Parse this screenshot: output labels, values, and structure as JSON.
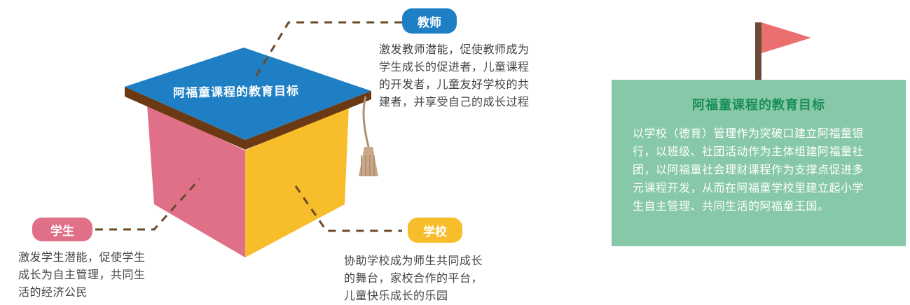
{
  "hat": {
    "title": "阿福童课程的教育目标"
  },
  "teacher": {
    "label": "教师",
    "description": [
      "激发教师潜能，促使教师成为",
      "学生成长的促进者，儿童课程",
      "的开发者，儿童友好学校的共",
      "建者，并享受自己的成长过程"
    ]
  },
  "student": {
    "label": "学生",
    "description": [
      "激发学生潜能，促使学生",
      "成长为自主管理，共同生",
      "活的经济公民"
    ]
  },
  "school": {
    "label": "学校",
    "description": [
      "协助学校成为师生共同成长",
      "的舞台，家校合作的平台，",
      "儿童快乐成长的乐园"
    ]
  },
  "card": {
    "title": "阿福童课程的教育目标",
    "body": [
      "以学校（德育）管理作为突破口建立阿福童银",
      "行，以班级、社团活动作为主体组建阿福童社",
      "团，以阿福童社会理财课程作为支撑点促进多",
      "元课程开发，从而在阿福童学校里建立起小学",
      "生自主管理、共同生活的阿福童王国。"
    ]
  },
  "colors": {
    "teacher_blue": "#1f7fc4",
    "student_pink": "#e07088",
    "school_yellow": "#f7bd2a",
    "card_green": "#87c8a8",
    "card_title_green": "#1a8e5a",
    "flag_red": "#ec6f6f",
    "pole_brown": "#6b4a3a",
    "dash_brown": "#6b4a2a"
  },
  "icons": {
    "flag": "flag-icon",
    "cap": "graduation-cap-icon",
    "tassel": "tassel-icon"
  }
}
